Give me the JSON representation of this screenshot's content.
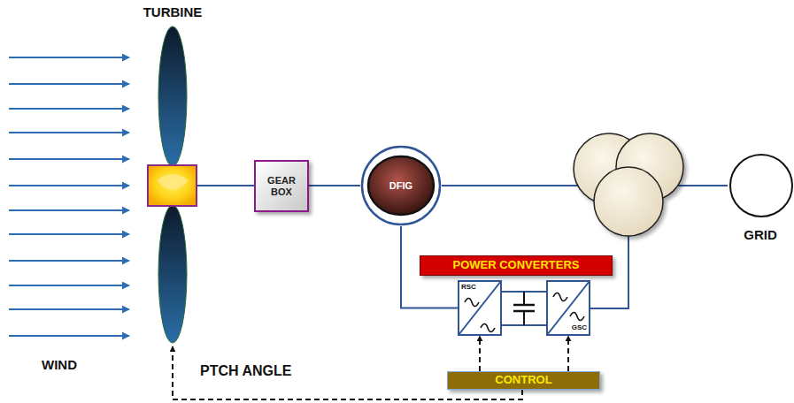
{
  "diagram": {
    "nodes": [
      {
        "text": [
          "TURBINE"
        ]
      },
      {
        "text": [
          "GEAR BOX"
        ]
      },
      {
        "text": [
          "DFIG"
        ]
      },
      {
        "text": [
          "POWER CONVERTERS"
        ]
      },
      {
        "text": [
          "RSC"
        ]
      },
      {
        "text": [
          "GSC"
        ]
      },
      {
        "text": [
          "CONTROL"
        ]
      },
      {
        "text": [
          "GRID"
        ]
      }
    ],
    "edges": [
      {
        "from": 0,
        "to": 1,
        "arrow": "none"
      },
      {
        "from": 1,
        "to": 2,
        "arrow": "none"
      },
      {
        "from": 2,
        "to": 7,
        "arrow": "none"
      },
      {
        "from": 2,
        "to": 4,
        "arrow": "none"
      },
      {
        "from": 4,
        "to": 5,
        "arrow": "none"
      },
      {
        "from": 6,
        "to": 4,
        "arrow": "to"
      },
      {
        "from": 6,
        "to": 5,
        "arrow": "to"
      },
      {
        "from": 6,
        "to": 0,
        "arrow": "to"
      }
    ],
    "labels": [
      "WIND",
      "PTCH ANGLE"
    ]
  }
}
